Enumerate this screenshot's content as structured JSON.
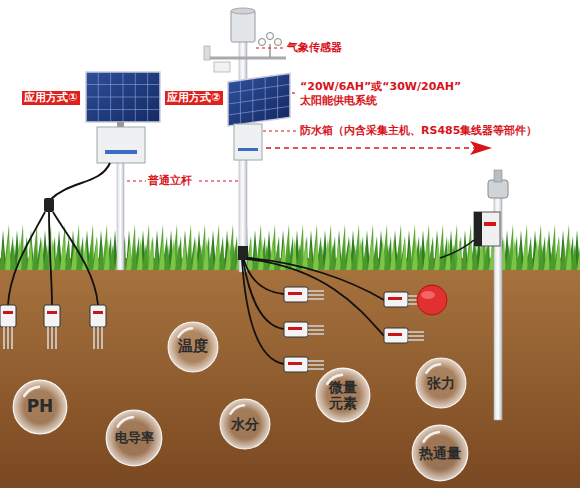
{
  "diagram": {
    "nodes": [
      {
        "text": [
          "应用方式①"
        ]
      },
      {
        "text": [
          "应用方式②"
        ]
      },
      {
        "text": [
          "温度"
        ]
      },
      {
        "text": [
          "PH"
        ]
      },
      {
        "text": [
          "电导率"
        ]
      },
      {
        "text": [
          "水分"
        ]
      },
      {
        "text": [
          "微量元素"
        ]
      },
      {
        "text": [
          "张力"
        ]
      },
      {
        "text": [
          "热通量"
        ]
      }
    ],
    "labels": [
      "气象传感器",
      "“20W/6AH”或“30W/20AH” 太阳能供电系统",
      "防水箱（内含采集主机、RS485集线器等部件）",
      "普通立杆"
    ]
  }
}
